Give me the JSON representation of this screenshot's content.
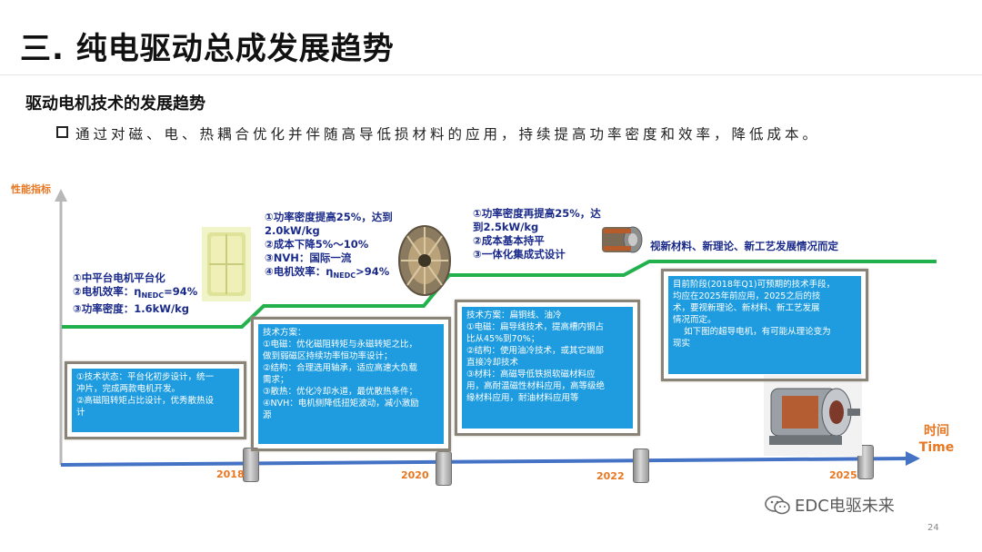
{
  "title": "三. 纯电驱动总成发展趋势",
  "subtitle": "驱动电机技术的发展趋势",
  "bullet": "通过对磁、电、热耦合优化并伴随高导低损材料的应用，持续提高功率密度和效率，降低成本。",
  "axis": {
    "y_label": "性能指标",
    "x_label_cn": "时间",
    "x_label_en": "Time",
    "years": [
      "2018",
      "2020",
      "2022",
      "2025"
    ]
  },
  "stages": [
    {
      "lines": [
        "①中平台电机平台化",
        "②电机效率：η",
        "③功率密度：1.6kW/kg"
      ],
      "eff_sub": "NEDC",
      "eff_val": "=94%"
    },
    {
      "lines": [
        "①功率密度提高25%，达到",
        "2.0kW/kg",
        "②成本下降5%～10%",
        "③NVH：国际一流",
        "④电机效率：η"
      ],
      "eff_sub": "NEDC",
      "eff_val": ">94%"
    },
    {
      "lines": [
        "①功率密度再提高25%，达",
        "到2.5kW/kg",
        "②成本基本持平",
        "③一体化集成式设计"
      ]
    },
    {
      "lines": [
        "视新材料、新理论、新工艺发展情况而定"
      ]
    }
  ],
  "panels": [
    {
      "lines": [
        "①技术状态：平台化初步设计，统一",
        "冲片，完成两款电机开发。",
        "②高磁阻转矩占比设计，优秀散热设",
        "计"
      ]
    },
    {
      "lines": [
        "技术方案：",
        "①电磁：优化磁阻转矩与永磁转矩之比，",
        "做到弱磁区持续功率恒功率设计；",
        "②结构：合理选用轴承，适应高速大负载",
        "需求；",
        "③散热：优化冷却水道，最优散热条件；",
        "④NVH：电机侧降低扭矩波动，减小激励",
        "源"
      ]
    },
    {
      "lines": [
        "技术方案：扁铜线、油冷",
        "①电磁：扁导线技术，提高槽内铜占",
        "比从45%到70%；",
        "②结构：使用油冷技术，或其它端部",
        "直接冷却技术",
        "③材料：高磁导低铁损软磁材料应",
        "用，高耐温磁性材料应用，高等级绝",
        "缘材料应用，耐油材料应用等"
      ]
    },
    {
      "lines": [
        "目前阶段(2018年Q1)可预期的技术手段，",
        "均应在2025年前应用，2025之后的技",
        "术，要视新理论、新材料、新工艺发展",
        "情况而定。",
        "    如下图的超导电机，有可能从理论变为",
        "现实"
      ]
    }
  ],
  "watermark": "EDC电驱未来",
  "page_number": "24",
  "colors": {
    "step_line": "#22b14c",
    "axis": "#4472c4",
    "year_text": "#e87722",
    "panel_fill": "#1f9ce0",
    "stage_text": "#1a2a8a"
  },
  "icons": [
    "wechat-icon",
    "motor-stator-image",
    "motor-rotor-image",
    "motor-assembly-image",
    "superconducting-motor-image"
  ]
}
